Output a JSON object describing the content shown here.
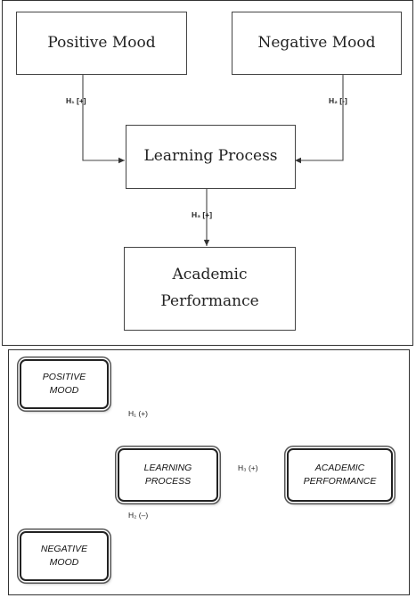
{
  "diagram_a": {
    "nodes": {
      "positive": "Positive Mood",
      "negative": "Negative Mood",
      "learning": "Learning Process",
      "academic_line1": "Academic",
      "academic_line2": "Performance"
    },
    "edges": {
      "h1": "H₁ [+]",
      "h2": "H₂ [-]",
      "h3": "H₃ [+]"
    }
  },
  "diagram_b": {
    "nodes": {
      "positive_line1": "POSITIVE",
      "positive_line2": "MOOD",
      "negative_line1": "NEGATIVE",
      "negative_line2": "MOOD",
      "learning_line1": "LEARNING",
      "learning_line2": "PROCESS",
      "academic_line1": "ACADEMIC",
      "academic_line2": "PERFORMANCE"
    },
    "edges": {
      "h1": "H₁ (+)",
      "h2": "H₂ (–)",
      "h3": "H₃ (+)"
    }
  }
}
